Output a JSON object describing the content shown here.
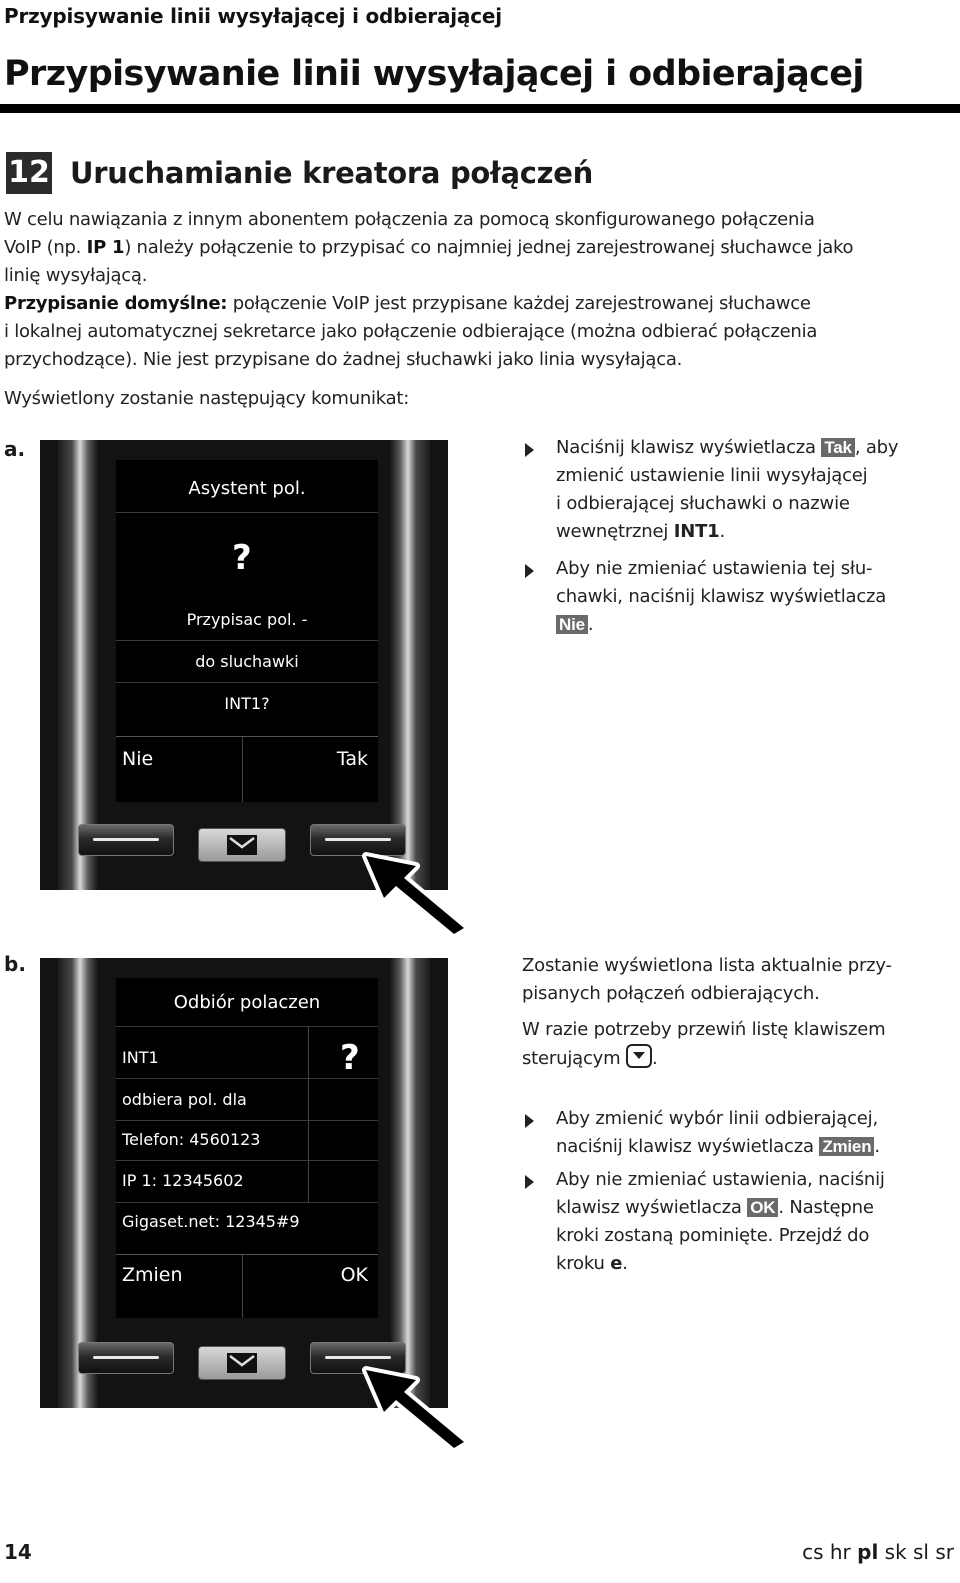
{
  "running_head": "Przypisywanie linii wysyłającej i odbierającej",
  "chapter_title": "Przypisywanie linii wysyłającej i odbierającej",
  "step": {
    "number": "12",
    "title": "Uruchamianie kreatora połączeń"
  },
  "intro": {
    "line1": "W celu nawiązania z innym abonentem połączenia za pomocą skonfigurowanego połączenia",
    "line2_a": "VoIP (np. ",
    "line2_b": "IP 1",
    "line2_c": ") należy połączenie to przypisać co najmniej jednej zarejestrowanej słuchawce jako",
    "line3": "linię wysyłającą.",
    "default_label": "Przypisanie domyślne:",
    "default_rest": " połączenie VoIP jest przypisane każdej zarejestrowanej słuchawce",
    "line5": "i lokalnej automatycznej sekretarce jako połączenie odbierające (można odbierać połączenia",
    "line6": "przychodzące). Nie jest przypisane do żadnej słuchawki jako linia wysyłająca.",
    "line7": "Wyświetlony zostanie następujący komunikat:"
  },
  "section_a": {
    "label": "a.",
    "screen": {
      "title": "Asystent pol.",
      "question": "?",
      "line1": "Przypisac pol. -",
      "line2": "do sluchawki",
      "line3": "INT1?",
      "soft_left": "Nie",
      "soft_right": "Tak"
    },
    "bullet1": {
      "l1_a": "Naciśnij klawisz wyświetlacza ",
      "l1_key": "Tak",
      "l1_b": ", aby",
      "l2": "zmienić ustawienie linii wysyłającej",
      "l3": "i odbierającej słuchawki o nazwie",
      "l4_a": "wewnętrznej ",
      "l4_b": "INT1",
      "l4_c": "."
    },
    "bullet2": {
      "l1": "Aby nie zmieniać ustawienia tej słu-",
      "l2": "chawki, naciśnij klawisz wyświetlacza",
      "l3_key": "Nie",
      "l3_b": "."
    }
  },
  "section_b": {
    "label": "b.",
    "screen": {
      "title": "Odbiór polaczen",
      "item": "INT1",
      "question": "?",
      "row1": "odbiera pol. dla",
      "row2": "Telefon:  4560123",
      "row3": "IP 1: 12345602",
      "row4": "Gigaset.net: 12345#9",
      "soft_left": "Zmien",
      "soft_right": "OK"
    },
    "text1": {
      "l1": "Zostanie wyświetlona lista aktualnie przy-",
      "l2": "pisanych połączeń odbierających."
    },
    "text2": {
      "l1": "W razie potrzeby przewiń listę klawiszem",
      "l2_a": "sterującym ",
      "l2_b": "."
    },
    "bullet1": {
      "l1": "Aby zmienić wybór linii odbierającej,",
      "l2_a": "naciśnij klawisz wyświetlacza ",
      "l2_key": "Zmien",
      "l2_b": "."
    },
    "bullet2": {
      "l1": "Aby nie zmieniać ustawienia, naciśnij",
      "l2_a": "klawisz wyświetlacza ",
      "l2_key": "OK",
      "l2_b": ". Następne",
      "l3": "kroki zostaną pominięte. Przejdź do",
      "l4_a": "kroku ",
      "l4_b": "e",
      "l4_c": "."
    }
  },
  "footer": {
    "page_number": "14",
    "lang_a": "cs hr ",
    "lang_b": "pl",
    "lang_c": " sk sl sr"
  }
}
